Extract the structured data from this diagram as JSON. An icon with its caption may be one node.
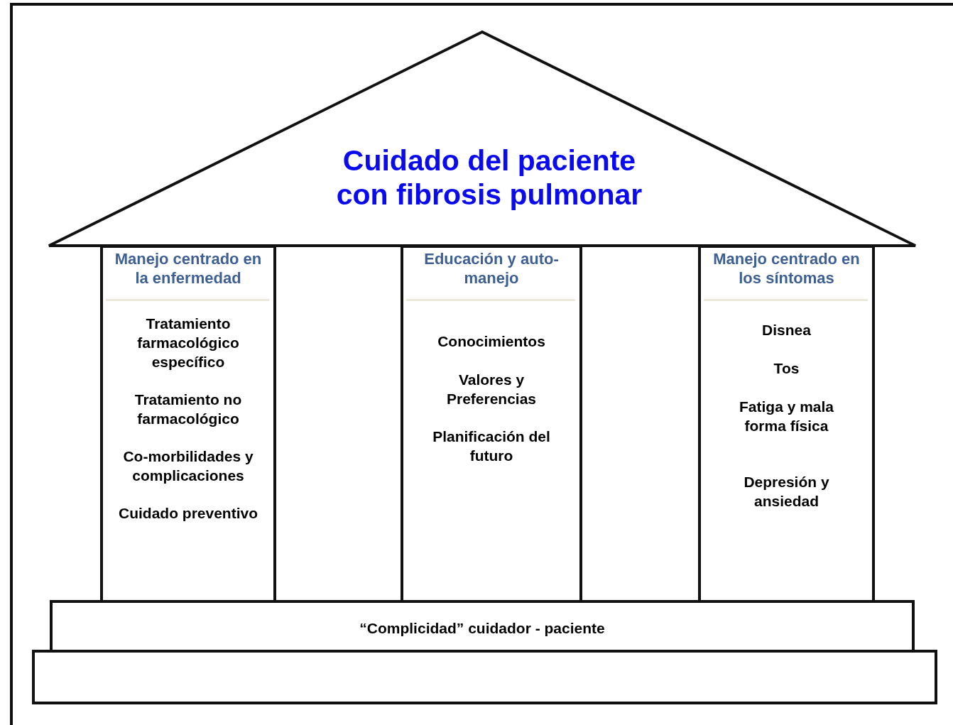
{
  "diagram": {
    "nodes": [
      {
        "text": [
          "Cuidado del paciente con fibrosis pulmonar"
        ]
      },
      {
        "text": [
          "Manejo centrado en la enfermedad",
          "Tratamiento farmacológico específico",
          "Tratamiento no farmacológico",
          "Co-morbilidades y complicaciones",
          "Cuidado preventivo"
        ]
      },
      {
        "text": [
          "Educación y auto-manejo",
          "Conocimientos",
          "Valores y Preferencias",
          "Planificación del futuro"
        ]
      },
      {
        "text": [
          "Manejo centrado en los síntomas",
          "Disnea",
          "Tos",
          "Fatiga y mala forma física",
          "Depresión y ansiedad"
        ]
      },
      {
        "text": [
          "“Complicidad” cuidador - paciente"
        ]
      },
      {
        "text": [],
        "shape": "box"
      }
    ]
  }
}
